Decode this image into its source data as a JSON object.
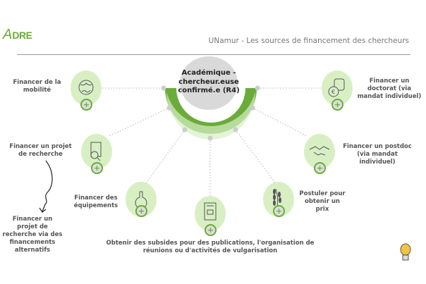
{
  "header": {
    "logo_text": "ADRE",
    "logo_subtitle": "Administration de la Recherche",
    "title": "UNamur - Les sources de financement des chercheurs"
  },
  "center": {
    "label": "Académique - chercheur.euse confirmé.e (R4)"
  },
  "colors": {
    "accent": "#6aab3a",
    "node_bg": "#d8efc4",
    "center_bg": "#d9d9d9"
  },
  "nodes": [
    {
      "label": "Financer de la mobilité",
      "icon": "globe-icon"
    },
    {
      "label": "Financer un doctorat (via mandat individuel)",
      "icon": "euro-coins-icon"
    },
    {
      "label": "Financer un projet de recherche",
      "icon": "document-search-icon"
    },
    {
      "label": "Financer un postdoc (via mandat individuel)",
      "icon": "handshake-icon"
    },
    {
      "label": "Financer des équipements",
      "icon": "flask-icon"
    },
    {
      "label": "Obtenir des subsides pour des publications, l'organisation de réunions ou d'activités de vulgarisation",
      "icon": "book-icon"
    },
    {
      "label": "Postuler pour obtenir un prix",
      "icon": "laurel-icon"
    }
  ],
  "extra": {
    "label": "Financer un projet de recherche via des financements alternatifs"
  },
  "plus_symbol": "+"
}
